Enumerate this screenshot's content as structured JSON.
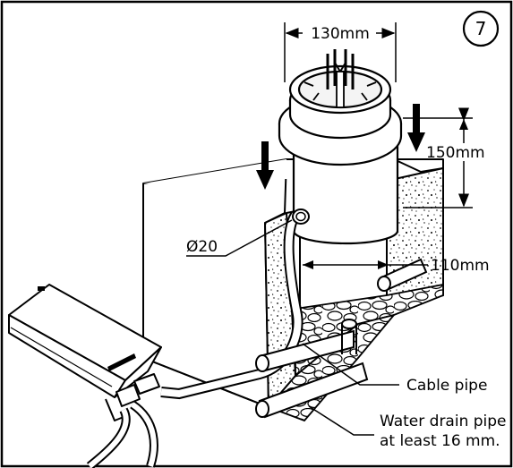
{
  "figure": {
    "step_number": "7",
    "dimensions": {
      "width_top": "130mm",
      "height": "150mm",
      "pipe_diameter": "Ø20",
      "inner_width": "110mm"
    },
    "callouts": {
      "cable_pipe": "Cable pipe",
      "drain_line1": "Water drain pipe",
      "drain_line2": "at least 16 mm."
    }
  }
}
